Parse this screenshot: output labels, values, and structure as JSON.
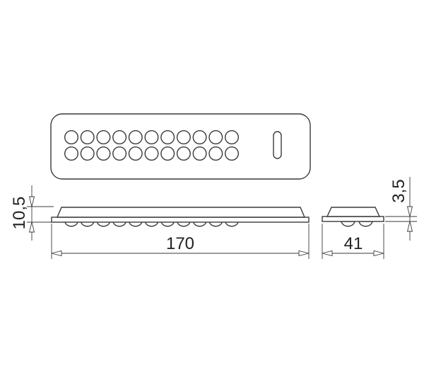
{
  "dimensions": {
    "length": "170",
    "width": "41",
    "height": "10,5",
    "top_thickness": "3,5"
  },
  "hole_grid": {
    "columns": 11,
    "rows": 2
  }
}
